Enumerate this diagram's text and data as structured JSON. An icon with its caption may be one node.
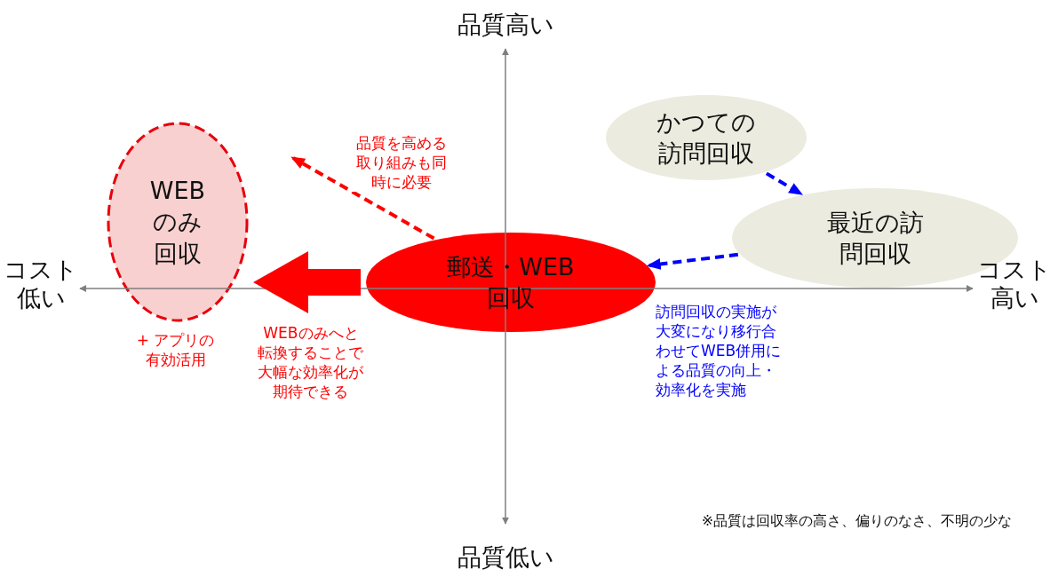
{
  "diagram": {
    "nodes": [
      {
        "text": [
          "WEBのみ回収"
        ],
        "beside": [
          "+ アプリの有効活用"
        ]
      },
      {
        "text": [
          "郵送・WEB回収"
        ]
      },
      {
        "text": [
          "かつての訪問回収"
        ]
      },
      {
        "text": [
          "最近の訪問回収"
        ]
      }
    ],
    "edges": [
      {
        "from": 1,
        "to": 0,
        "arrow": "to",
        "style": "thick",
        "color": "#ff0000",
        "label": "WEBのみへと転換することで大幅な効率化が期待できる"
      },
      {
        "from": 1,
        "to": null,
        "arrow": "to",
        "style": "dashed",
        "color": "#ff0000",
        "label": "品質を高める取り組みも同時に必要"
      },
      {
        "from": 2,
        "to": 3,
        "arrow": "to",
        "style": "dashed",
        "color": "#0000ff"
      },
      {
        "from": 3,
        "to": 1,
        "arrow": "to",
        "style": "dashed",
        "color": "#0000ff",
        "label": "訪問回収の実施が大変になり移行合わせてWEB併用による品質の向上・効率化を実施"
      }
    ],
    "labels": [
      "品質高い",
      "コスト低い",
      "コスト高い",
      "品質低い",
      "※品質は回収率の高さ、偏りのなさ、不明の少な"
    ]
  }
}
